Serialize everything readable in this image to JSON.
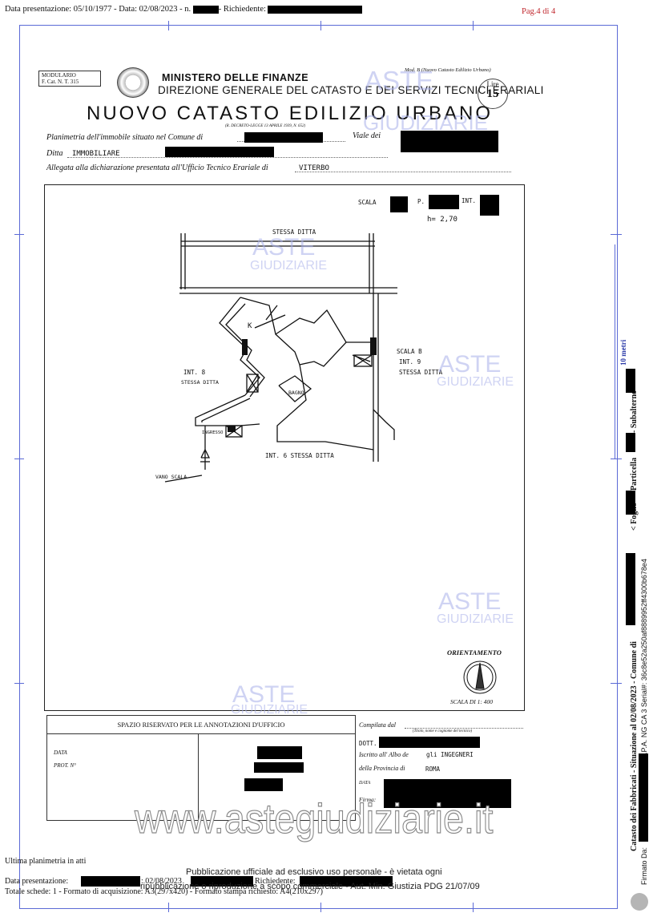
{
  "header": {
    "text": "Data presentazione: 05/10/1977 - Data: 02/08/2023 - n. ",
    "richiedente": "- Richiedente:",
    "page": "Pag.4 di 4"
  },
  "form": {
    "modulario_1": "MODULARIO",
    "modulario_2": "F.    Cat. N. T.    315",
    "mod_b": "Mod. B (Nuovo Catasto Edilizio Urbano)",
    "ministry": "MINISTERO DELLE FINANZE",
    "direction": "DIREZIONE GENERALE DEL CATASTO E DEI SERVIZI TECNICI ERARIALI",
    "title": "NUOVO CATASTO EDILIZIO URBANO",
    "decree": "(R. DECRETO-LEGGE 13 APRILE 1939, N. 652)",
    "lire_label": "Lire",
    "lire_value": "15",
    "planimetria": "Planimetria dell'immobile situato nel Comune di",
    "viale": "Viale dei",
    "ditta": "Ditta",
    "ditta_value": "IMMOBILIARE",
    "allegata": "Allegata alla dichiarazione presentata all'Ufficio Tecnico Erariale di",
    "ufficio_value": "VITERBO"
  },
  "plan": {
    "scala": "SCALA",
    "p": "P.",
    "int": "INT.",
    "h": "h= 2,70",
    "stessa_ditta_top": "STESSA DITTA",
    "k": "K",
    "scala_b": "SCALA B",
    "int9": "INT. 9",
    "stessa_ditta_r": "STESSA DITTA",
    "int8": "INT. 8",
    "stessa_ditta_l": "STESSA DITTA",
    "bagno": "BAGNO",
    "ingresso": "INGRESSO",
    "int6": "INT. 6   STESSA DITTA",
    "vano_scala": "VANO SCALA",
    "orientamento": "ORIENTAMENTO",
    "scala_di": "SCALA DI 1: 400"
  },
  "office": {
    "title": "SPAZIO RISERVATO PER LE ANNOTAZIONI D'UFFICIO",
    "data": "DATA",
    "prot": "PROT. N°"
  },
  "compiler": {
    "compilata": "Compilata dal",
    "titolo": "(Titolo, nome e cognome del tecnico)",
    "dott": "DOTT.",
    "iscritto": "Iscritto all' Albo de",
    "albo_value": "gli INGEGNERI",
    "provincia": "della Provincia di",
    "provincia_value": "ROMA",
    "data": "DATA",
    "firma": "Firma:"
  },
  "watermark": {
    "aste": "ASTE",
    "giudiziarie": "GIUDIZIARIE",
    "site": "www.astegiudiziarie.it"
  },
  "sidebar": {
    "metri": "10 metri",
    "catasto": "Catasto dei Fabbricati - Situazione al 02/08/2023 - Comune di",
    "foglio": "< Foglio",
    "particella": "Particella",
    "subalterno": "- Subalterno",
    "firmato": "Firmato Da:",
    "serial": "Emesso Da: ARUBAPEC S.P.A. NG CA 3 Serial#: 36c8e52a250af8889952ff4300b678e4"
  },
  "footer": {
    "ultima": "Ultima planimetria in atti",
    "data_pres": "Data presentazione:",
    "data2": ": 02/08/2023",
    "richiedente": "Richiedente:",
    "totale": "Totale schede: 1 - Formato di acquisizione: A3(297x420) - Formato stampa richiesto: A4(210x297)",
    "notice1": "Pubblicazione ufficiale ad esclusivo uso personale - è vietata ogni",
    "notice2": "ripubblicazione o riproduzione a scopo commerciale - Aut. Min. Giustizia PDG 21/07/09"
  },
  "colors": {
    "frame": "#5b6ad6",
    "page_number": "#c0272d",
    "watermark": "#a8b0ea"
  }
}
